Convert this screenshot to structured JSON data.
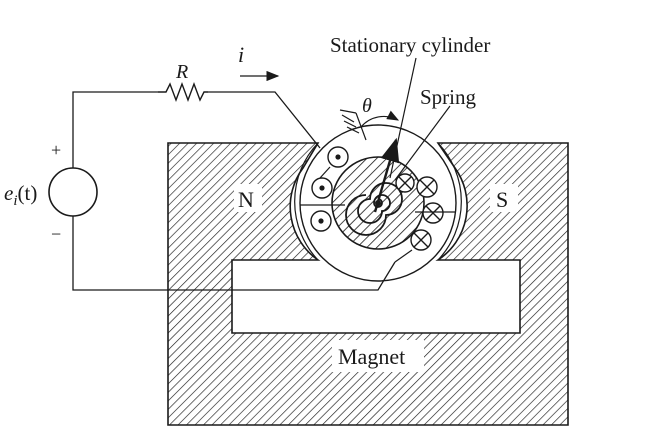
{
  "labels": {
    "resistor": "R",
    "current": "i",
    "angle": "θ",
    "stationary_cylinder": "Stationary cylinder",
    "spring": "Spring",
    "source_symbol": "e",
    "source_subscript": "i",
    "source_arg": "(t)",
    "plus": "+",
    "minus": "−",
    "north": "N",
    "south": "S",
    "magnet": "Magnet"
  },
  "colors": {
    "ink": "#1a1a1a",
    "paper": "#ffffff"
  },
  "symbols": {
    "current_out_of_page": "dot-in-circle",
    "current_into_page": "x-in-circle"
  }
}
